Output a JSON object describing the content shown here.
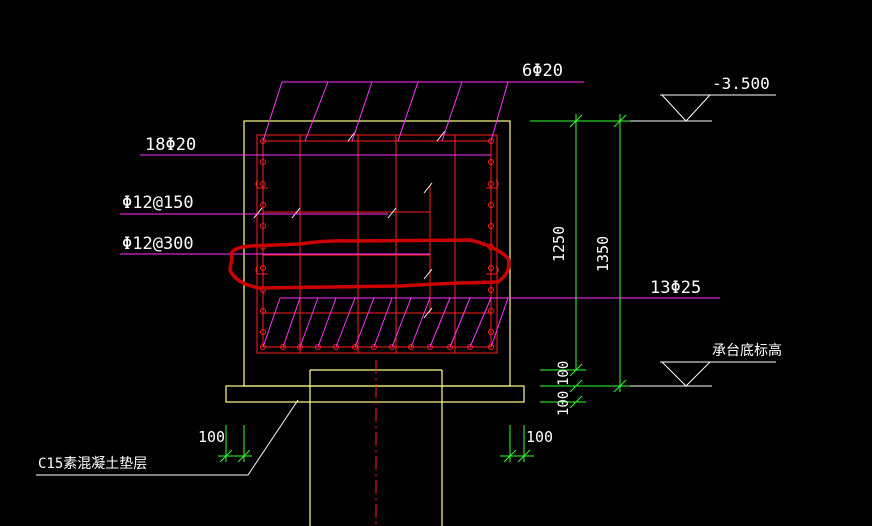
{
  "labels": {
    "top_bars": "6Φ20",
    "side_bars": "18Φ20",
    "stirrup_1": "Φ12@150",
    "stirrup_2": "Φ12@300",
    "bottom_bars": "13Φ25",
    "elevation_top": "-3.500",
    "elevation_bottom": "承台底标高",
    "cushion": "C15素混凝土垫层"
  },
  "dimensions": {
    "d_1250": "1250",
    "d_1350": "1350",
    "d_100_a": "100",
    "d_100_b": "100",
    "d_100_left": "100",
    "d_100_right": "100"
  },
  "colors": {
    "background": "#000000",
    "outline": "#ffff88",
    "rebar": "#ff2020",
    "leader": "#ff33ff",
    "dimension": "#33ff33",
    "text": "#ffffff",
    "highlight": "#cc0000"
  }
}
